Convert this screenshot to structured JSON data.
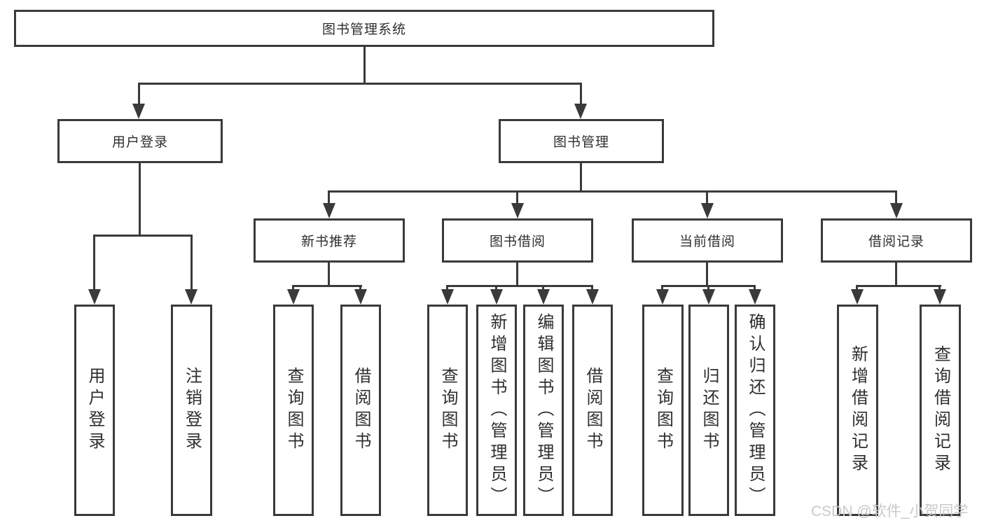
{
  "diagram": {
    "root": "图书管理系统",
    "user_login_branch": {
      "label": "用户登录",
      "children": [
        "用户登录",
        "注销登录"
      ]
    },
    "book_mgmt_branch": {
      "label": "图书管理",
      "sections": [
        {
          "label": "新书推荐",
          "children": [
            "查询图书",
            "借阅图书"
          ]
        },
        {
          "label": "图书借阅",
          "children": [
            "查询图书",
            "新增图书（管理员）",
            "编辑图书（管理员）",
            "借阅图书"
          ]
        },
        {
          "label": "当前借阅",
          "children": [
            "查询图书",
            "归还图书",
            "确认归还（管理员）"
          ]
        },
        {
          "label": "借阅记录",
          "children": [
            "新增借阅记录",
            "查询借阅记录"
          ]
        }
      ]
    }
  },
  "watermark": "CSDN @软件_小贺同学"
}
